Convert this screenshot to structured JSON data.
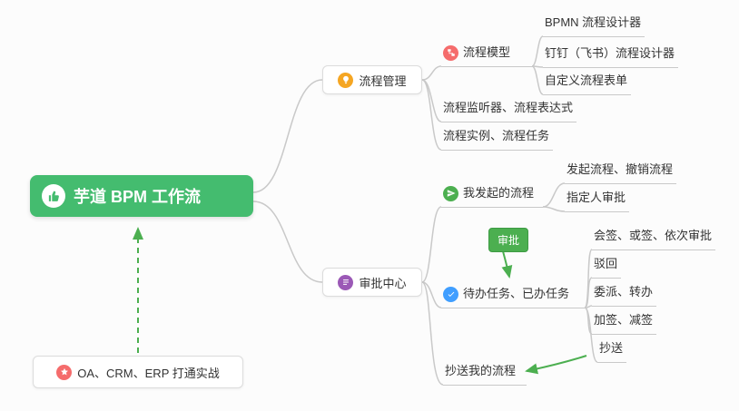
{
  "root": {
    "label": "芋道 BPM 工作流"
  },
  "process_management": {
    "label": "流程管理",
    "model": {
      "label": "流程模型",
      "items": [
        {
          "label": "BPMN 流程设计器"
        },
        {
          "label": "钉钉（飞书）流程设计器"
        },
        {
          "label": "自定义流程表单"
        }
      ]
    },
    "listener": {
      "label": "流程监听器、流程表达式"
    },
    "instance": {
      "label": "流程实例、流程任务"
    }
  },
  "approval_center": {
    "label": "审批中心",
    "my_processes": {
      "label": "我发起的流程",
      "items": [
        {
          "label": "发起流程、撤销流程"
        },
        {
          "label": "指定人审批"
        }
      ]
    },
    "tasks": {
      "label": "待办任务、已办任务",
      "items": [
        {
          "label": "会签、或签、依次审批"
        },
        {
          "label": "驳回"
        },
        {
          "label": "委派、转办"
        },
        {
          "label": "加签、减签"
        },
        {
          "label": "抄送"
        }
      ]
    },
    "cc_processes": {
      "label": "抄送我的流程"
    },
    "approval_badge": {
      "label": "审批"
    }
  },
  "integration": {
    "label": "OA、CRM、ERP 打通实战"
  },
  "colors": {
    "root_bg": "#44bc6f",
    "accent_green": "#4caf50",
    "line": "#c9c9c9",
    "icon_orange": "#f5a623",
    "icon_red": "#f56c6c",
    "icon_purple": "#9b59b6",
    "icon_green": "#4caf50",
    "icon_blue": "#409eff"
  }
}
